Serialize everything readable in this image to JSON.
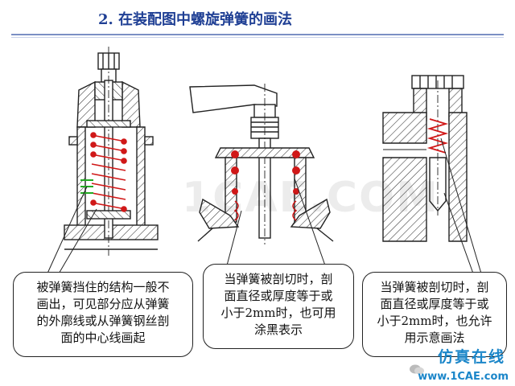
{
  "header": {
    "title": "2. 在装配图中螺旋弹簧的画法"
  },
  "captions": {
    "left": [
      "被弹簧挡住的结构一般不",
      "画出，可见部分应从弹簧",
      "的外廓线或从弹簧钢丝剖",
      "面的中心线画起"
    ],
    "middle": [
      "当弹簧被剖切时，剖",
      "面直径或厚度等于或",
      "小于2mm时，也可用",
      "涂黑表示"
    ],
    "right": [
      "当弹簧被剖切时，剖",
      "面直径或厚度等于或",
      "小于2mm时，也允许",
      "用示意画法"
    ]
  },
  "watermark": {
    "center": "1CAE.COM",
    "brand": "仿真在线",
    "site": "www.1CAE.com"
  },
  "colors": {
    "title": "#1f3f94",
    "spring_red": "#d01818",
    "hatch": "#333333",
    "green_mark": "#22aa22",
    "brand_blue": "#1b86c9"
  },
  "icons": [
    "chat-bubble-icon"
  ]
}
